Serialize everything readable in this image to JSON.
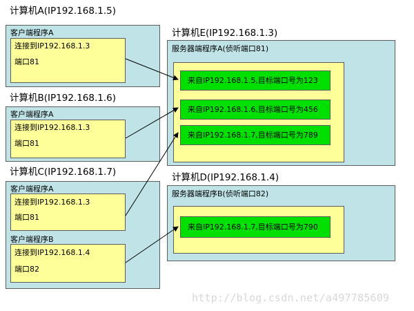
{
  "computers": {
    "a": {
      "title": "计算机A(IP192.168.1.5)",
      "client": "客户端程序A",
      "line1": "连接到IP192.168.1.3",
      "line2": "端口81"
    },
    "b": {
      "title": "计算机B(IP192.168.1.6)",
      "client": "客户端程序A",
      "line1": "连接到IP192.168.1.3",
      "line2": "端口81"
    },
    "c": {
      "title": "计算机C(IP192.168.1.7)",
      "client_a": "客户端程序A",
      "a_line1": "连接到IP192.168.1.3",
      "a_line2": "端口81",
      "client_b": "客户端程序B",
      "b_line1": "连接到IP192.168.1.4",
      "b_line2": "端口82"
    },
    "e": {
      "title": "计算机E(IP192.168.1.3)",
      "server": "服务器端程序A(侦听端口81)",
      "conns": [
        "来自IP192.168.1.5,目标端口号为123",
        "来自IP192.168.1.6,目标端口号为456",
        "来自IP192.168.1.7,目标端口号为789"
      ]
    },
    "d": {
      "title": "计算机D(IP192.168.1.4)",
      "server": "服务器端程序B(侦听端口82)",
      "conns": [
        "来自IP192.168.1.7,目标端口号为790"
      ]
    }
  },
  "watermark": "http://blog.csdn.net/a497785609",
  "colors": {
    "outer": "#bfe3e6",
    "inner": "#ffff99",
    "conn": "#00e000"
  }
}
